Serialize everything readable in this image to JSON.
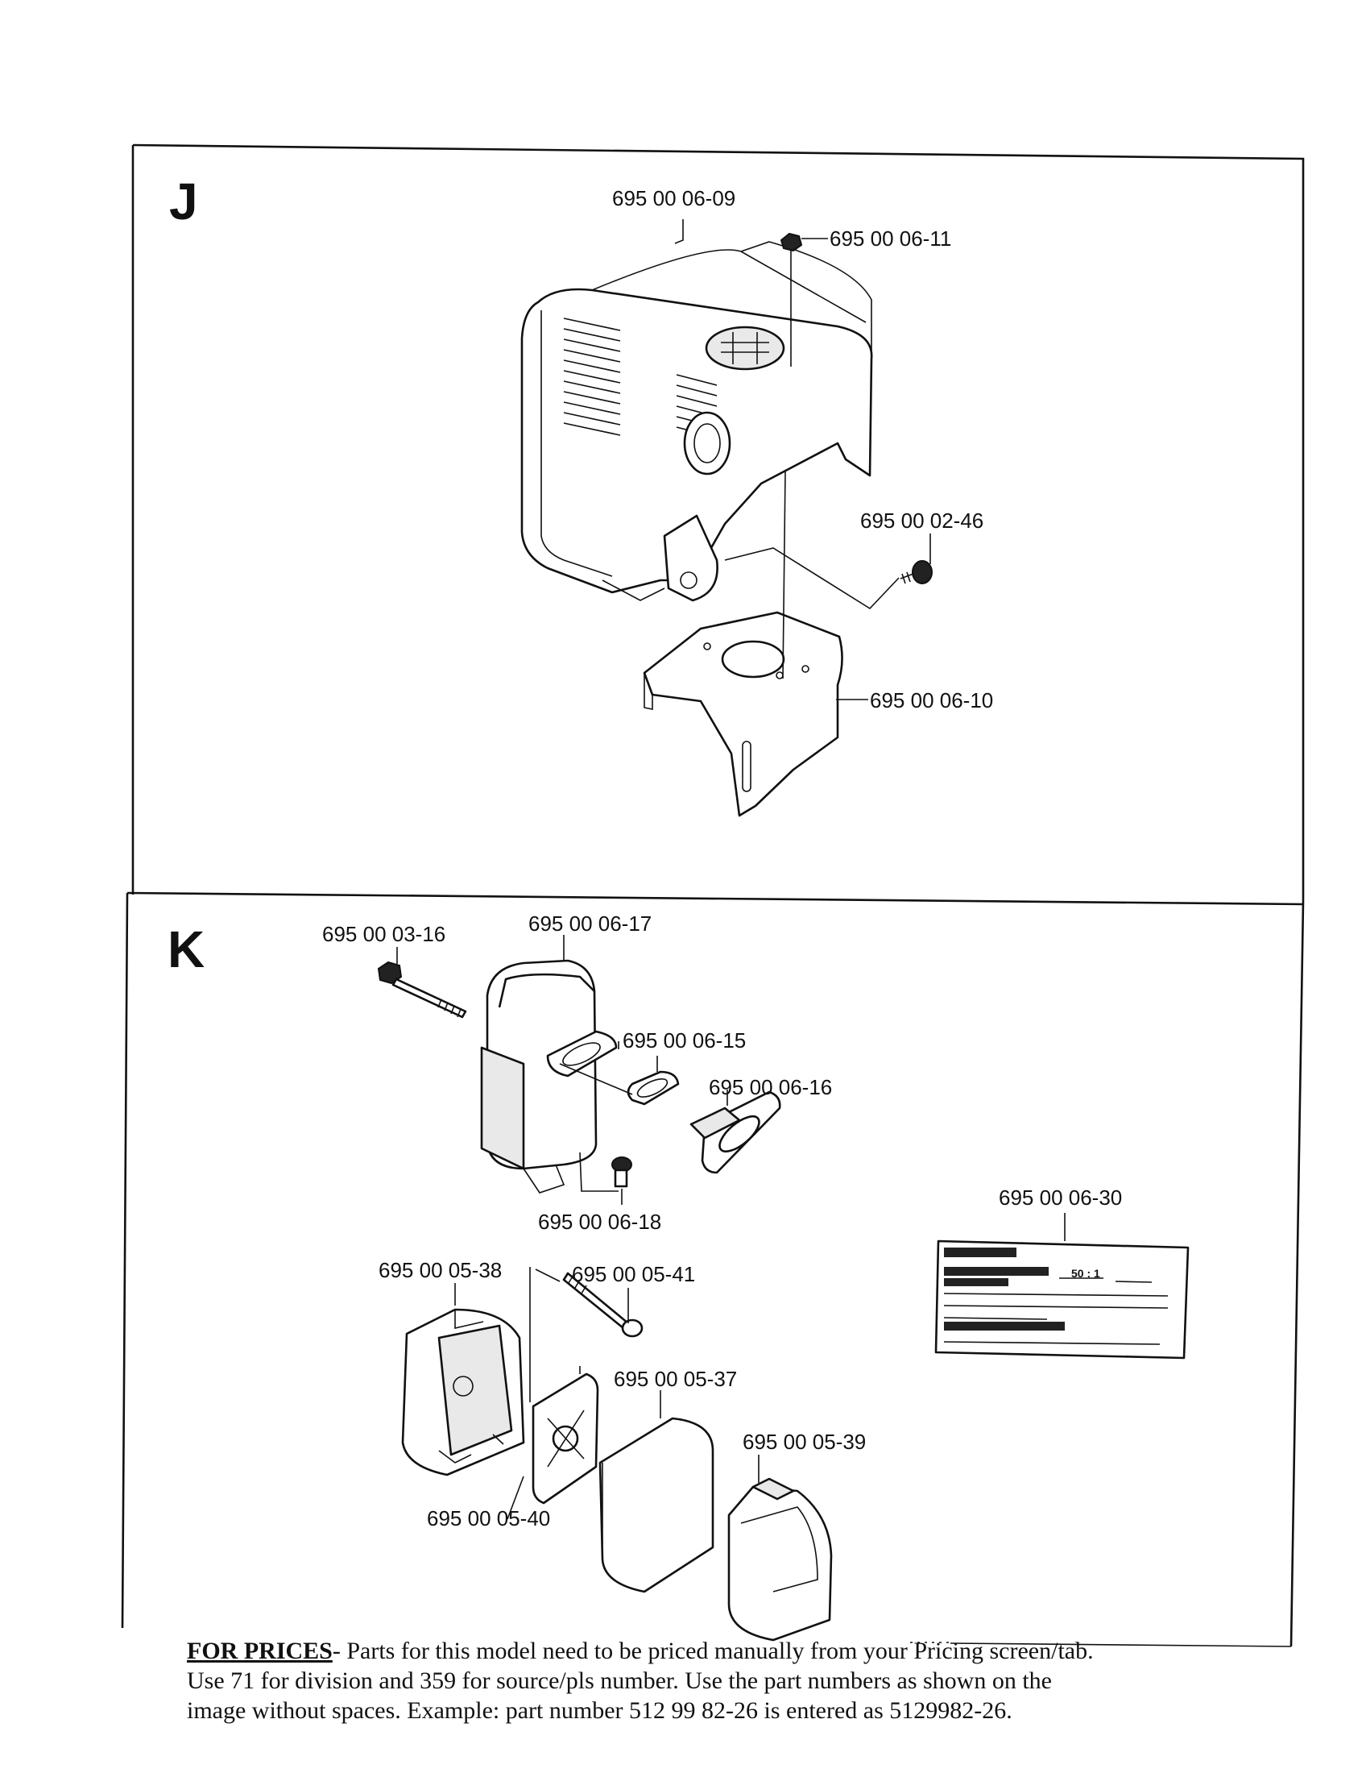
{
  "sections": {
    "j": {
      "letter": "J",
      "parts": {
        "p1": "695 00 06-09",
        "p2": "695 00 06-11",
        "p3": "695 00 02-46",
        "p4": "695 00 06-10"
      }
    },
    "k": {
      "letter": "K",
      "parts": {
        "p1": "695 00 03-16",
        "p2": "695 00 06-17",
        "p3": "695 00 06-15",
        "p4": "695 00 06-16",
        "p5": "695 00 06-18",
        "p6": "695 00 06-30",
        "p7": "695 00 05-38",
        "p8": "695 00 05-41",
        "p9": "695 00 05-37",
        "p10": "695 00 05-39",
        "p11": "695 00 05-40"
      },
      "decal_ratio": "50 : 1"
    }
  },
  "footer": {
    "heading": "FOR PRICES",
    "line1": "- Parts for this model need to be priced manually from your Pricing screen/tab.",
    "line2": "Use 71 for division and 359 for source/pls number.  Use the part numbers as shown on the",
    "line3": "image without spaces.  Example: part number 512 99 82-26 is entered as 5129982-26."
  }
}
